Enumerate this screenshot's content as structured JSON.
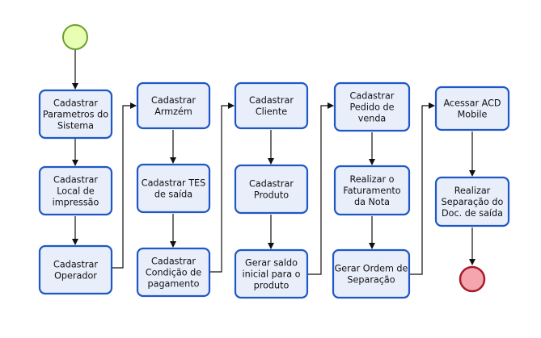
{
  "colors": {
    "task_fill": "#e9eefb",
    "task_border": "#1f57c6",
    "start_fill": "#e8ffb3",
    "start_border": "#6aa02c",
    "end_fill": "#f3a6ad",
    "end_border": "#a61c2b",
    "arrow": "#111111"
  },
  "events": {
    "start": {
      "type": "start-event"
    },
    "end": {
      "type": "end-event"
    }
  },
  "tasks": [
    {
      "id": "t1",
      "lines": [
        "Cadastrar",
        "Parametros do",
        "Sistema"
      ]
    },
    {
      "id": "t2",
      "lines": [
        "Cadastrar",
        "Local de",
        "impressão"
      ]
    },
    {
      "id": "t3",
      "lines": [
        "Cadastrar",
        "Operador"
      ]
    },
    {
      "id": "t4",
      "lines": [
        "Cadastrar",
        "Armzém"
      ]
    },
    {
      "id": "t5",
      "lines": [
        "Cadastrar TES",
        "de saída"
      ]
    },
    {
      "id": "t6",
      "lines": [
        "Cadastrar",
        "Condição de",
        "pagamento"
      ]
    },
    {
      "id": "t7",
      "lines": [
        "Cadastrar",
        "Cliente"
      ]
    },
    {
      "id": "t8",
      "lines": [
        "Cadastrar",
        "Produto"
      ]
    },
    {
      "id": "t9",
      "lines": [
        "Gerar saldo",
        "inicial para o",
        "produto"
      ]
    },
    {
      "id": "t10",
      "lines": [
        "Cadastrar",
        "Pedido de",
        "venda"
      ]
    },
    {
      "id": "t11",
      "lines": [
        "Realizar o",
        "Faturamento",
        "da Nota"
      ]
    },
    {
      "id": "t12",
      "lines": [
        "Gerar Ordem de",
        "Separação"
      ]
    },
    {
      "id": "t13",
      "lines": [
        "Acessar ACD",
        "Mobile"
      ]
    },
    {
      "id": "t14",
      "lines": [
        "Realizar",
        "Separação do",
        "Doc. de saída"
      ]
    }
  ]
}
